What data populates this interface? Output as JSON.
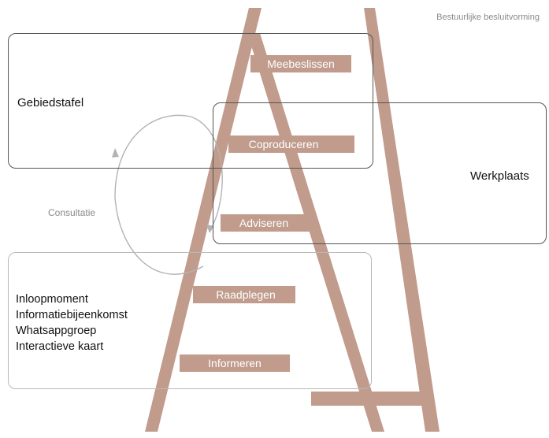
{
  "top_label": "Bestuurlijke besluitvorming",
  "gebiedstafel": "Gebiedstafel",
  "werkplaats": "Werkplaats",
  "consultatie": "Consultatie",
  "tools": [
    "Inloopmoment",
    "Informatiebijeenkomst",
    "Whatsappgroep",
    "Interactieve kaart"
  ],
  "rungs": [
    "Meebeslissen",
    "Coproduceren",
    "Adviseren",
    "Raadplegen",
    "Informeren"
  ],
  "colors": {
    "ladder": "#c19b8c",
    "box_dark": "#555555",
    "box_light": "#b9b9b9",
    "arrow": "#b3b3b3"
  }
}
